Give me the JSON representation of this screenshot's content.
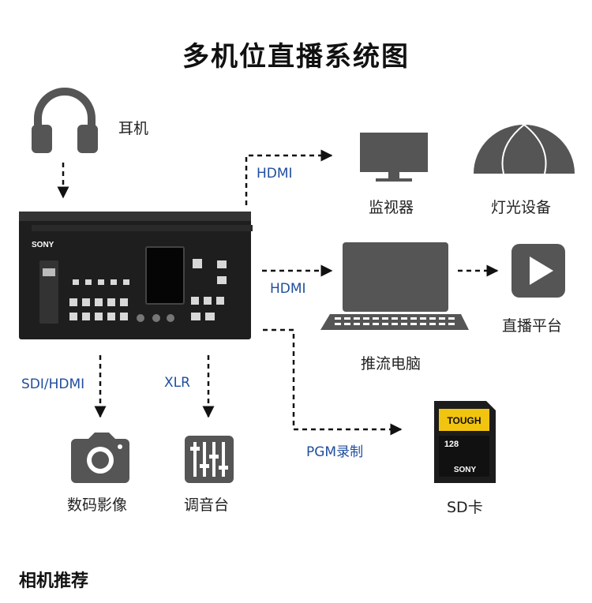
{
  "title": "多机位直播系统图",
  "devices": {
    "headphones": "耳机",
    "monitor": "监视器",
    "light": "灯光设备",
    "laptop": "推流电脑",
    "live_platform": "直播平台",
    "camera": "数码影像",
    "mixer": "调音台",
    "sd_card": "SD卡"
  },
  "connections": {
    "hdmi_monitor": "HDMI",
    "hdmi_laptop": "HDMI",
    "sdi_hdmi": "SDI/HDMI",
    "xlr": "XLR",
    "pgm": "PGM录制"
  },
  "switcher": {
    "brand": "SONY"
  },
  "sd_card": {
    "brand_label": "TOUGH",
    "capacity": "128",
    "brand": "SONY"
  },
  "section_heading": "相机推荐",
  "colors": {
    "arrow": "#111111",
    "device_gray": "#555555",
    "label_blue": "#1f4e9c"
  }
}
